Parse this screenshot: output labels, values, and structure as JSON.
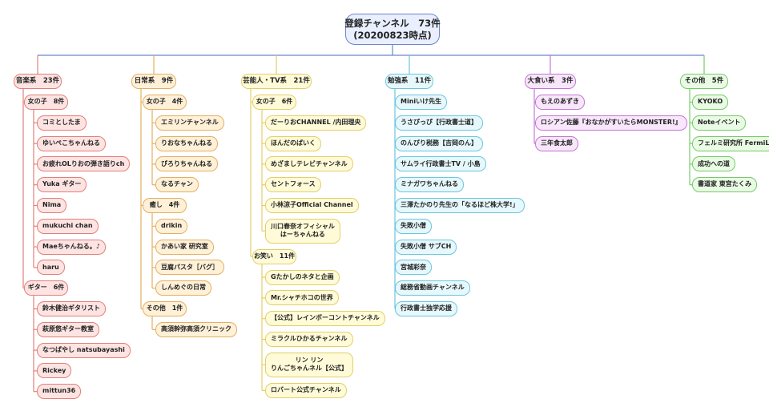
{
  "root": {
    "title": "登録チャンネル　73件",
    "subtitle": "(20200823時点)"
  },
  "branches": [
    {
      "id": "music",
      "color": "red",
      "label": "音楽系　23件",
      "groups": [
        {
          "label": "女の子　8件",
          "items": [
            "コミとしたま",
            "ゆいぺこちゃんねる",
            "お疲れOLりおの弾き語りch",
            "Yuka ギター",
            "Nima",
            "mukuchi chan",
            "Maeちゃんねる。♪",
            "haru"
          ]
        },
        {
          "label": "ギター　6件",
          "items": [
            "鈴木健治ギタリスト",
            "萩原悠ギター教室",
            "なつばやし natsubayashi",
            "Rickey",
            "mittun36"
          ]
        }
      ]
    },
    {
      "id": "daily",
      "color": "orange",
      "label": "日常系　9件",
      "groups": [
        {
          "label": "女の子　4件",
          "items": [
            "エミリンチャンネル",
            "りおなちゃんねる",
            "ぴろりちゃんねる",
            "なるチャン"
          ]
        },
        {
          "label": "癒し　4件",
          "items": [
            "drikin",
            "かあい家 研究室",
            "豆腐パスタ［バグ］",
            "しんめぐの日常"
          ]
        },
        {
          "label": "その他　1件",
          "items": [
            "高須幹弥高須クリニック"
          ]
        }
      ]
    },
    {
      "id": "entertainer",
      "color": "yellow",
      "label": "芸能人・TV系　21件",
      "groups": [
        {
          "label": "女の子　6件",
          "items": [
            "だーりおCHANNEL /内田理央",
            "ほんだのばいく",
            "めざましテレビチャンネル",
            "セントフォース",
            "小林涼子Official Channel",
            "川口春奈オフィシャル\nはーちゃんねる"
          ]
        },
        {
          "label": "お笑い　11件",
          "items": [
            "Gたかしのネタと企画",
            "Mr.シャチホコの世界",
            "【公式】レインボーコントチャンネル",
            "ミラクルひかるチャンネル",
            "リン リン\nりんごちゃんネル【公式】",
            "ロバート公式チャンネル"
          ]
        }
      ]
    },
    {
      "id": "study",
      "color": "cyan",
      "label": "勉強系　11件",
      "items": [
        "Miniいけ先生",
        "うさぴっぴ【行政書士道】",
        "のんびり税務【吉岡のん】",
        "サムライ行政書士TV / 小島",
        "ミナガワちゃんねる",
        "三澤たかのり先生の「なるほど株大学!」",
        "失敗小僧",
        "失敗小僧 サブCH",
        "宮城彩奈",
        "総務省動画チャンネル",
        "行政書士独学応援"
      ]
    },
    {
      "id": "eating",
      "color": "purple",
      "label": "大食い系　3件",
      "items": [
        "もえのあずき",
        "ロシアン佐藤『おなかがすいたらMONSTER!』",
        "三年食太郎"
      ]
    },
    {
      "id": "other",
      "color": "green",
      "label": "その他　5件",
      "items": [
        "KYOKO",
        "Noteイベント",
        "フェルミ研究所 FermiLab",
        "成功への道",
        "書道家 東宮たくみ"
      ]
    }
  ],
  "colors": {
    "root": "#6b86c9",
    "red": "#e0807a",
    "orange": "#e3b062",
    "yellow": "#e2cf6a",
    "cyan": "#6cc6dc",
    "purple": "#c477d4",
    "green": "#78c96a"
  }
}
